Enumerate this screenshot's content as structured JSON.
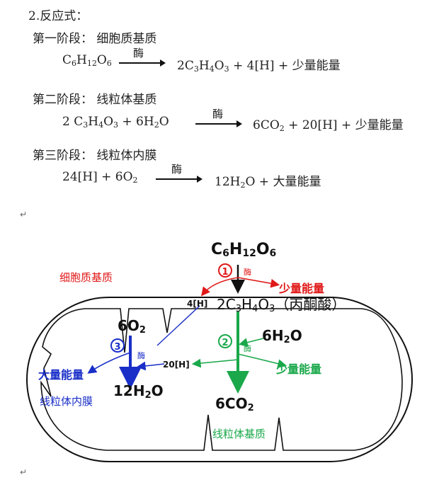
{
  "header": {
    "section_title": "2.反应式："
  },
  "stage1": {
    "title": "第一阶段：  细胞质基质",
    "reactant": "C6H12O6",
    "enzyme": "酶",
    "product": "2C3H4O3 + 4[H] + 少量能量"
  },
  "stage2": {
    "title": "第二阶段：  线粒体基质",
    "reactant": "2 C3H4O3 + 6H2O",
    "enzyme": "酶",
    "product": "6CO2 + 20[H] + 少量能量"
  },
  "stage3": {
    "title": "第三阶段：  线粒体内膜",
    "reactant": "24[H] + 6O2",
    "enzyme": "酶",
    "product": "12H2O + 大量能量"
  },
  "diagram": {
    "glucose": "C6H12O6",
    "step1_num": "①",
    "step2_num": "②",
    "step3_num": "③",
    "enzyme1": "酶",
    "enzyme2": "酶",
    "enzyme3": "酶",
    "pyruvate": "2C3H4O3（丙酮酸）",
    "h4": "4[H]",
    "h20": "20[H]",
    "o2": "6O2",
    "h2o_in": "6H2O",
    "h2o_out": "12H2O",
    "co2": "6CO2",
    "cytoplasm_label": "细胞质基质",
    "matrix_label": "线粒体基质",
    "inner_membrane_label": "线粒体内膜",
    "small_energy_1": "少量能量",
    "small_energy_2": "少量能量",
    "large_energy": "大量能量",
    "colors": {
      "red": "#e01818",
      "green": "#1aa84a",
      "blue": "#1a2fc8",
      "black": "#111111"
    }
  }
}
